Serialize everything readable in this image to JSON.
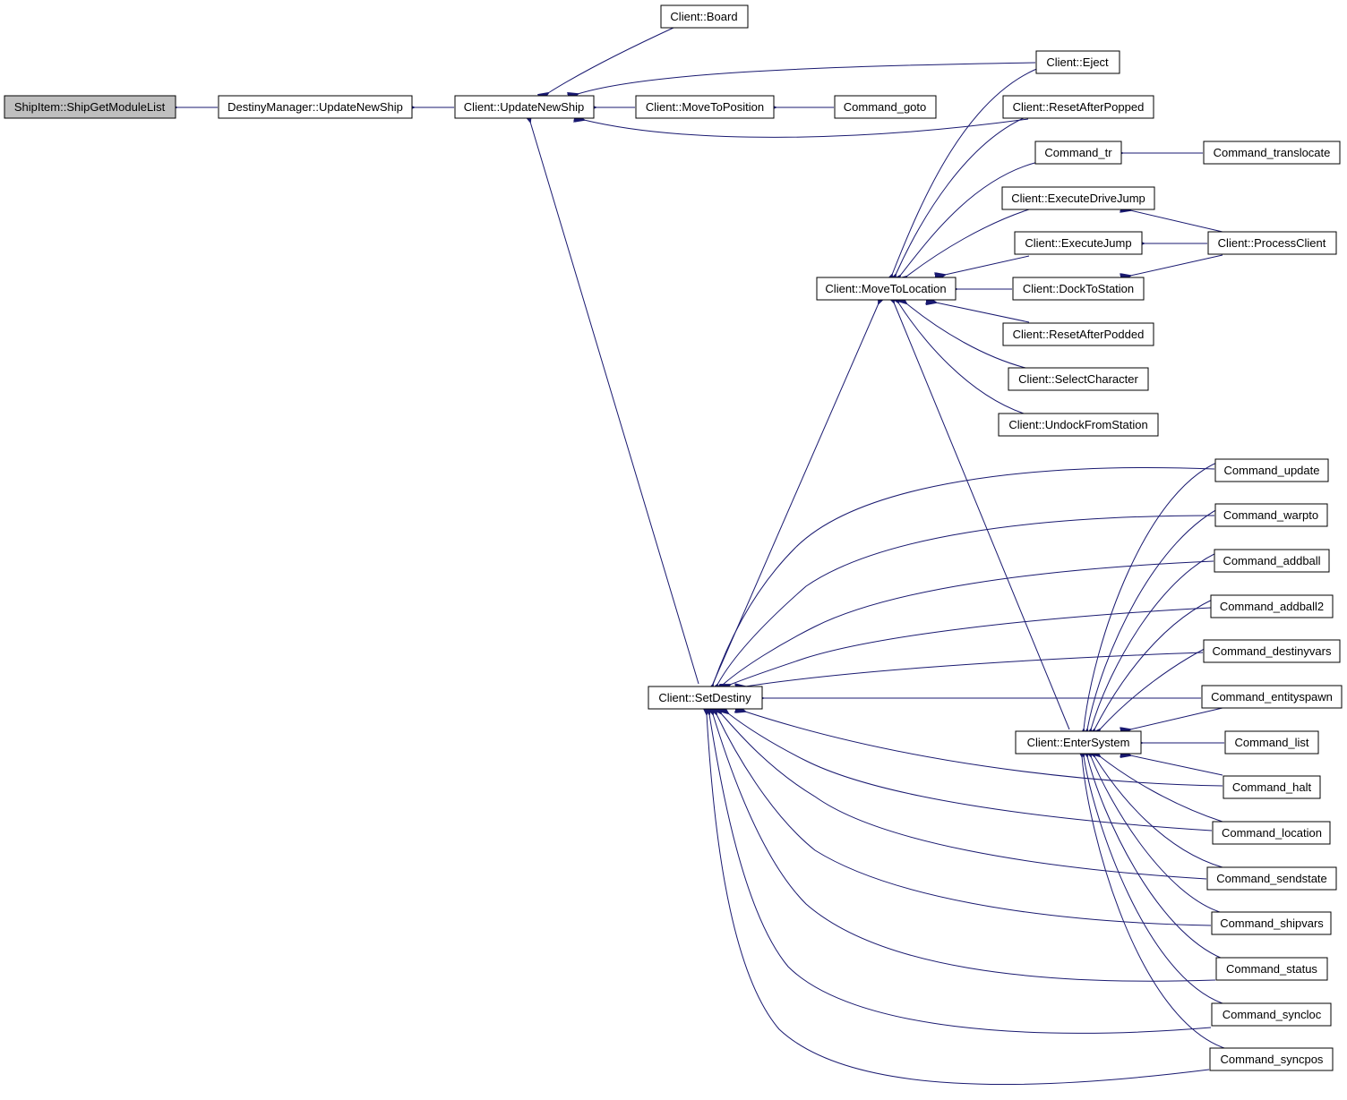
{
  "colors": {
    "edge": "#191970",
    "node_border": "#000000",
    "node_fill": "#ffffff",
    "root_fill": "#bfbfbf"
  },
  "nodes": {
    "shipitem": "ShipItem::ShipGetModuleList",
    "dm_update": "DestinyManager::UpdateNewShip",
    "client_update": "Client::UpdateNewShip",
    "board": "Client::Board",
    "eject": "Client::Eject",
    "movetoposition": "Client::MoveToPosition",
    "command_goto": "Command_goto",
    "resetafterpopped": "Client::ResetAfterPopped",
    "command_tr": "Command_tr",
    "command_translocate": "Command_translocate",
    "executedrivejump": "Client::ExecuteDriveJump",
    "executejump": "Client::ExecuteJump",
    "processclient": "Client::ProcessClient",
    "movetolocation": "Client::MoveToLocation",
    "docktostation": "Client::DockToStation",
    "resetafterpodded": "Client::ResetAfterPodded",
    "selectcharacter": "Client::SelectCharacter",
    "undockfromstation": "Client::UndockFromStation",
    "setdestiny": "Client::SetDestiny",
    "entersystem": "Client::EnterSystem",
    "command_update": "Command_update",
    "command_warpto": "Command_warpto",
    "command_addball": "Command_addball",
    "command_addball2": "Command_addball2",
    "command_destinyvars": "Command_destinyvars",
    "command_entityspawn": "Command_entityspawn",
    "command_list": "Command_list",
    "command_halt": "Command_halt",
    "command_location": "Command_location",
    "command_sendstate": "Command_sendstate",
    "command_shipvars": "Command_shipvars",
    "command_status": "Command_status",
    "command_syncloc": "Command_syncloc",
    "command_syncpos": "Command_syncpos"
  }
}
